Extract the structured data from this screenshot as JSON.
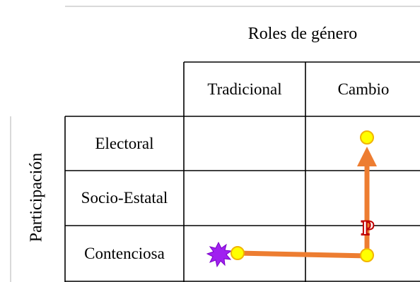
{
  "diagram": {
    "column_header": "Roles de género",
    "row_header": "Participación",
    "columns": [
      "Tradicional",
      "Cambio"
    ],
    "rows": [
      "Electoral",
      "Socio-Estatal",
      "Contenciosa"
    ],
    "path_marker_label": "P",
    "colors": {
      "path": "#ED7D31",
      "node_fill": "#FFFF00",
      "node_stroke": "#F2B400",
      "burst": "#A020F0",
      "marker_text": "#C00000"
    }
  }
}
